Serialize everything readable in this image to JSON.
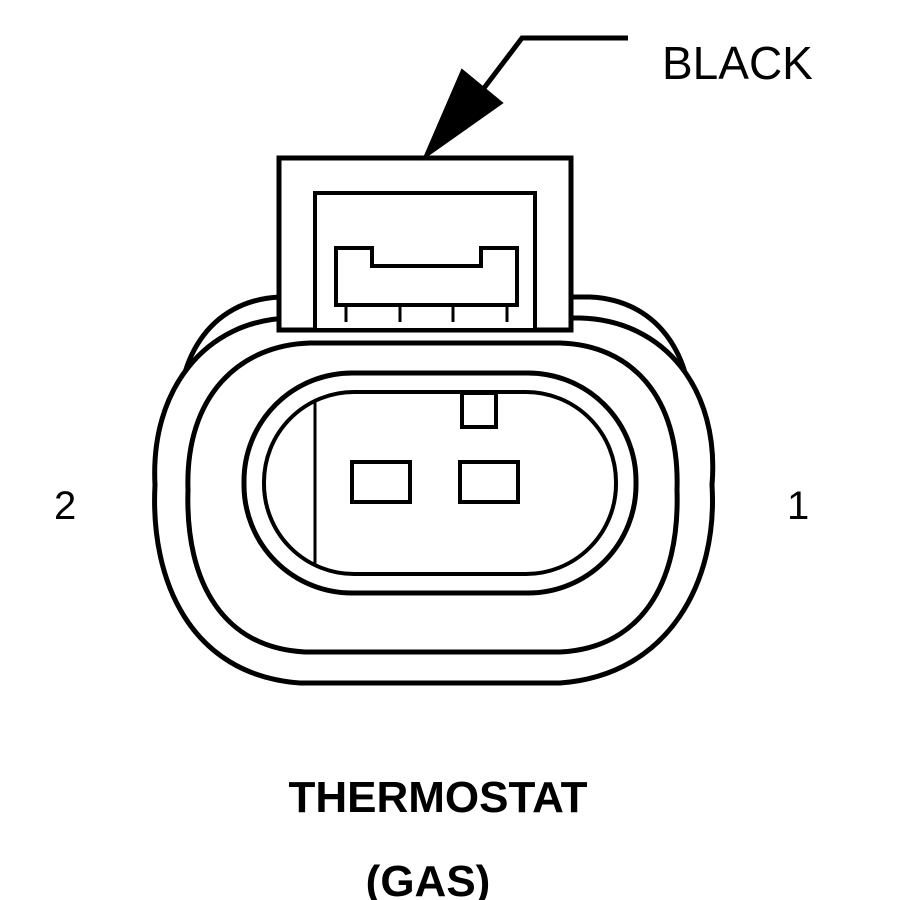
{
  "diagram": {
    "callout_label": "BLACK",
    "pin_left": "2",
    "pin_right": "1",
    "caption_line1": "THERMOSTAT",
    "caption_line2": "(GAS)"
  },
  "colors": {
    "stroke": "#000000",
    "background": "#ffffff"
  }
}
